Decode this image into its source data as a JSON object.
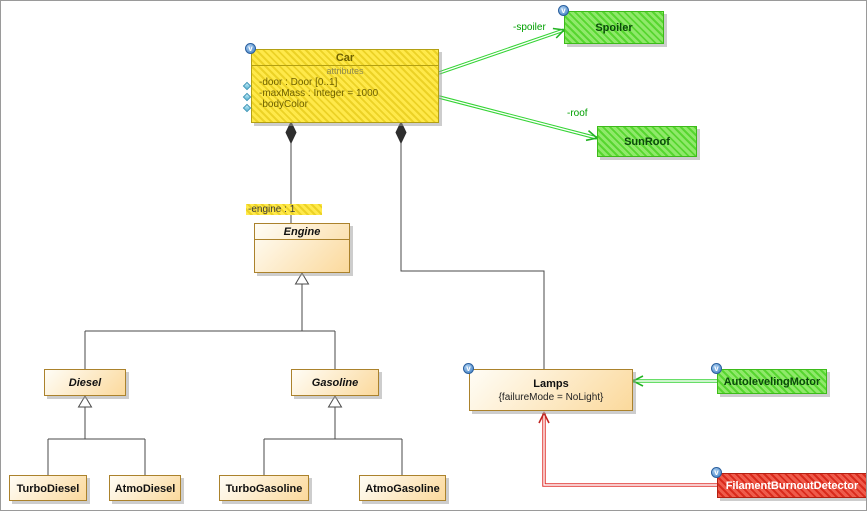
{
  "classes": {
    "car": {
      "name": "Car",
      "compartment_label": "attributes",
      "attributes": [
        "-door : Door [0..1]",
        "-maxMass : Integer = 1000",
        "-bodyColor"
      ]
    },
    "spoiler": {
      "name": "Spoiler"
    },
    "sunroof": {
      "name": "SunRoof"
    },
    "engine": {
      "name": "Engine"
    },
    "diesel": {
      "name": "Diesel"
    },
    "gasoline": {
      "name": "Gasoline"
    },
    "turbodiesel": {
      "name": "TurboDiesel"
    },
    "atmodiesel": {
      "name": "AtmoDiesel"
    },
    "turbogasoline": {
      "name": "TurboGasoline"
    },
    "atmogasoline": {
      "name": "AtmoGasoline"
    },
    "lamps": {
      "name": "Lamps",
      "constraint": "{failureMode = NoLight}"
    },
    "autolevelingmotor": {
      "name": "AutolevelingMotor"
    },
    "filamentburnoutdetector": {
      "name": "FilamentBurnoutDetector"
    }
  },
  "edge_labels": {
    "spoiler_role": "-spoiler",
    "roof_role": "-roof",
    "engine_role": "-engine : 1"
  },
  "badge": {
    "letter": "v"
  },
  "colors": {
    "modified_highlight": "#ffe94a",
    "added_highlight": "#8fe96a",
    "error_highlight": "#e23b2e",
    "class_border": "#ab822c",
    "association_green": "#35d435",
    "association_red": "#e03530",
    "badge_blue": "#3f7fc4"
  }
}
